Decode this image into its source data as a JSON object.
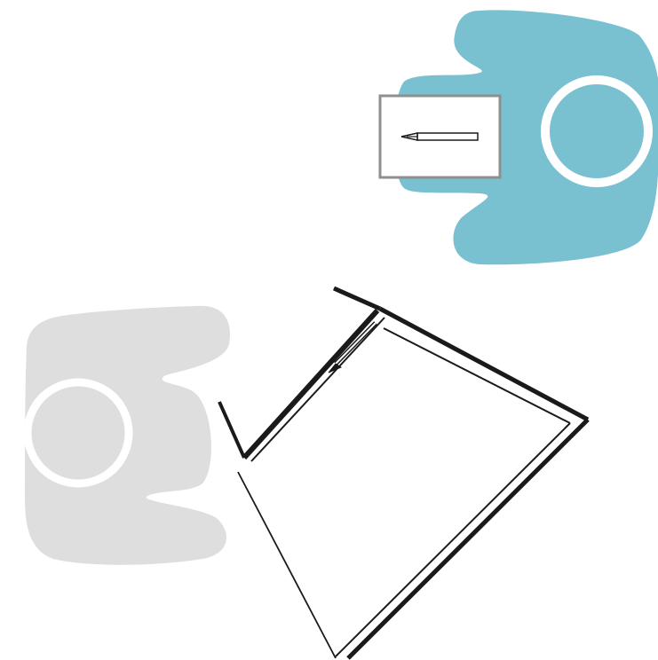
{
  "colors": {
    "background": "#ffffff",
    "person_blue": "#79c1d1",
    "person_gray": "#dedede",
    "head_ring": "#ffffff",
    "card_border": "#8f8f8f",
    "card_fill": "#ffffff",
    "line": "#1a1a1a"
  },
  "figures": {
    "top_person": {
      "color_key": "person_blue",
      "icon": "person-top-view-icon",
      "facing": "left"
    },
    "bottom_person": {
      "color_key": "person_gray",
      "icon": "person-top-view-icon",
      "facing": "right"
    },
    "card": {
      "icon": "pencil-icon"
    },
    "furniture": {
      "icon": "angled-table-icon"
    }
  }
}
